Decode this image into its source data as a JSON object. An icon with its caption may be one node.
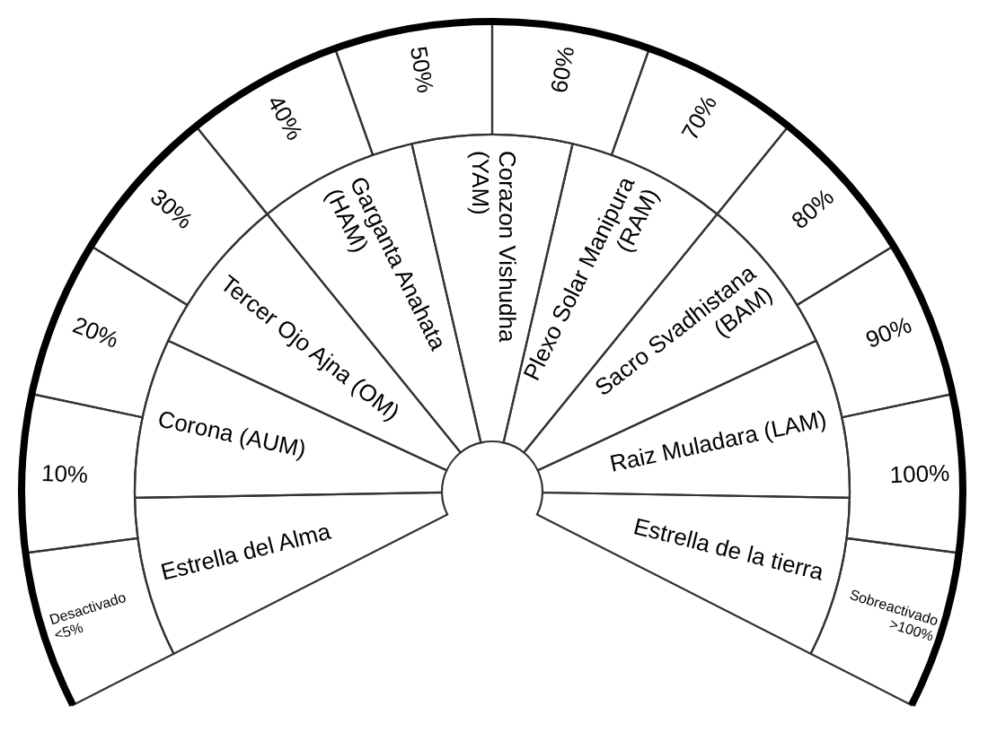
{
  "diagram": {
    "nodes": [
      {
        "text": [
          "Desactivado <5%"
        ]
      },
      {
        "text": [
          "10%"
        ]
      },
      {
        "text": [
          "20%"
        ]
      },
      {
        "text": [
          "30%"
        ]
      },
      {
        "text": [
          "40%"
        ]
      },
      {
        "text": [
          "50%"
        ]
      },
      {
        "text": [
          "60%"
        ]
      },
      {
        "text": [
          "70%"
        ]
      },
      {
        "text": [
          "80%"
        ]
      },
      {
        "text": [
          "90%"
        ]
      },
      {
        "text": [
          "100%"
        ]
      },
      {
        "text": [
          "Sobreactivado >100%"
        ]
      },
      {
        "text": [
          "Estrella del Alma"
        ]
      },
      {
        "text": [
          "Corona (AUM)"
        ]
      },
      {
        "text": [
          "Tercer Ojo Ajna (OM)"
        ]
      },
      {
        "text": [
          "Garganta Anahata (HAM)"
        ]
      },
      {
        "text": [
          "Corazon Vishudha (YAM)"
        ]
      },
      {
        "text": [
          "Plexo Solar Manipura (RAM)"
        ]
      },
      {
        "text": [
          "Sacro Svadhistana (BAM)"
        ]
      },
      {
        "text": [
          "Raiz Muladara (LAM)"
        ]
      },
      {
        "text": [
          "Estrella de la tierra"
        ]
      }
    ]
  }
}
